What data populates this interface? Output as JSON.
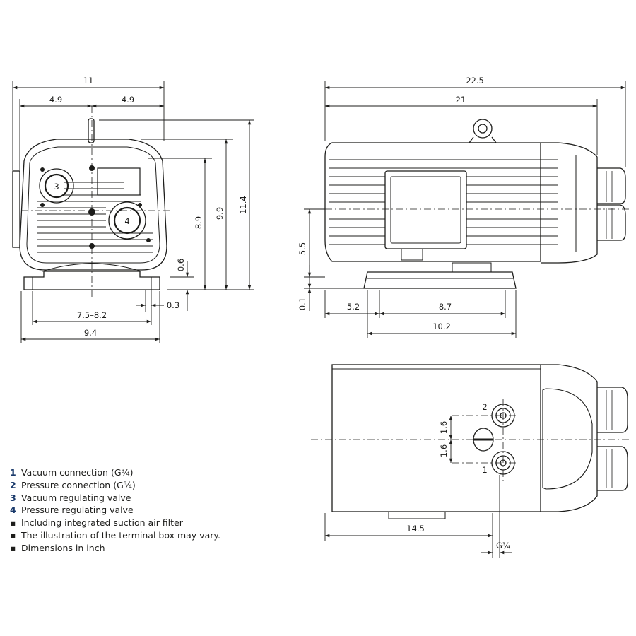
{
  "drawing": {
    "front_view": {
      "dims": {
        "overall_width": "11",
        "half_left": "4.9",
        "half_right": "4.9",
        "height_body": "8.9",
        "height_total": "9.9",
        "height_overall": "11.4",
        "foot_height": "0.6",
        "foot_offset": "0.3",
        "mount_spacing": "7.5–8.2",
        "base_width": "9.4"
      },
      "callouts": {
        "vacuum_valve": "3",
        "pressure_valve": "4"
      }
    },
    "side_view": {
      "dims": {
        "overall_length": "22.5",
        "body_length": "21",
        "axis_height": "5.5",
        "base_clearance": "0.1",
        "foot_offset": "5.2",
        "foot_spacing": "8.7",
        "foot_length": "10.2"
      }
    },
    "top_view": {
      "dims": {
        "port_spacing_upper": "1.6",
        "port_spacing_lower": "1.6",
        "port_position": "14.5",
        "thread": "G¾"
      },
      "callouts": {
        "pressure_connection": "2",
        "vacuum_connection": "1"
      }
    }
  },
  "legend": [
    {
      "key": "1",
      "text": "Vacuum connection (G¾)"
    },
    {
      "key": "2",
      "text": "Pressure connection (G¾)"
    },
    {
      "key": "3",
      "text": "Vacuum regulating valve"
    },
    {
      "key": "4",
      "text": "Pressure regulating valve"
    },
    {
      "key": "▪",
      "text": "Including integrated suction air filter"
    },
    {
      "key": "▪",
      "text": "The illustration of the terminal box may vary."
    },
    {
      "key": "▪",
      "text": "Dimensions in inch"
    }
  ],
  "colors": {
    "line": "#1d1d1b",
    "callout": "#1a3a6b",
    "background": "#ffffff"
  }
}
